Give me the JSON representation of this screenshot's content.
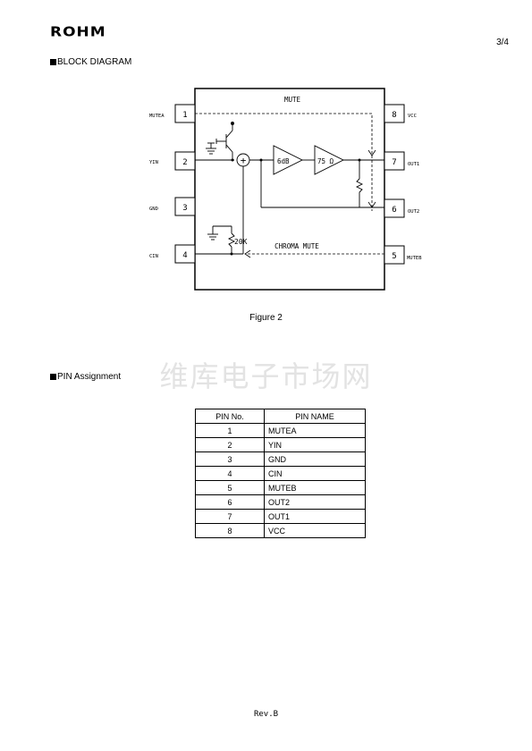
{
  "header": {
    "logo": "ROHM",
    "page": "3/4"
  },
  "block_diagram": {
    "heading": "BLOCK DIAGRAM",
    "caption": "Figure 2",
    "labels": {
      "mute": "MUTE",
      "chroma_mute": "CHROMA MUTE",
      "amp1": "6dB",
      "amp2": "75 Ω",
      "resistor": "20K",
      "sum": "+"
    },
    "pins": [
      {
        "no": "1",
        "name": "MUTEA"
      },
      {
        "no": "2",
        "name": "YIN"
      },
      {
        "no": "3",
        "name": "GND"
      },
      {
        "no": "4",
        "name": "CIN"
      },
      {
        "no": "5",
        "name": "MUTEB"
      },
      {
        "no": "6",
        "name": "OUT2"
      },
      {
        "no": "7",
        "name": "OUT1"
      },
      {
        "no": "8",
        "name": "VCC"
      }
    ]
  },
  "watermark": "维库电子市场网",
  "pin_assignment": {
    "heading": "PIN Assignment",
    "columns": [
      "PIN No.",
      "PIN NAME"
    ],
    "rows": [
      [
        "1",
        "MUTEA"
      ],
      [
        "2",
        "YIN"
      ],
      [
        "3",
        "GND"
      ],
      [
        "4",
        "CIN"
      ],
      [
        "5",
        "MUTEB"
      ],
      [
        "6",
        "OUT2"
      ],
      [
        "7",
        "OUT1"
      ],
      [
        "8",
        "VCC"
      ]
    ]
  },
  "footer": {
    "revision": "Rev.B"
  }
}
